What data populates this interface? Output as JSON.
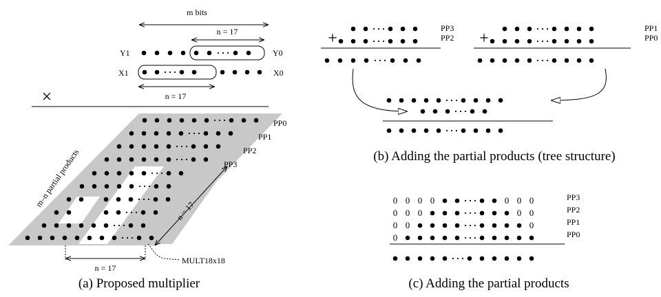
{
  "panel_a": {
    "caption": "(a) Proposed multiplier",
    "m_bits_label": "m bits",
    "n_top_label": "n = 17",
    "n_mid_label": "n = 17",
    "n_bottom_label": "n = 17",
    "n_diag_label": "n = 17",
    "y1_label": "Y1",
    "y0_label": "Y0",
    "x1_label": "X1",
    "x0_label": "X0",
    "times_symbol": "×",
    "mn_label": "m–n partial products",
    "pp_labels": [
      "PP0",
      "PP1",
      "PP2",
      "PP3"
    ],
    "mult_label": "MULT18x18"
  },
  "panel_b": {
    "caption": "(b) Adding the partial products (tree structure)",
    "left_labels": [
      "PP3",
      "PP2"
    ],
    "right_labels": [
      "PP1",
      "PP0"
    ],
    "plus_symbol": "+"
  },
  "panel_c": {
    "caption": "(c) Adding the partial products",
    "row_labels": [
      "PP3",
      "PP2",
      "PP1",
      "PP0"
    ],
    "zero_digit": "0"
  },
  "colors": {
    "ink": "#000000",
    "shade": "#c8c8c8",
    "background": "#ffffff"
  }
}
